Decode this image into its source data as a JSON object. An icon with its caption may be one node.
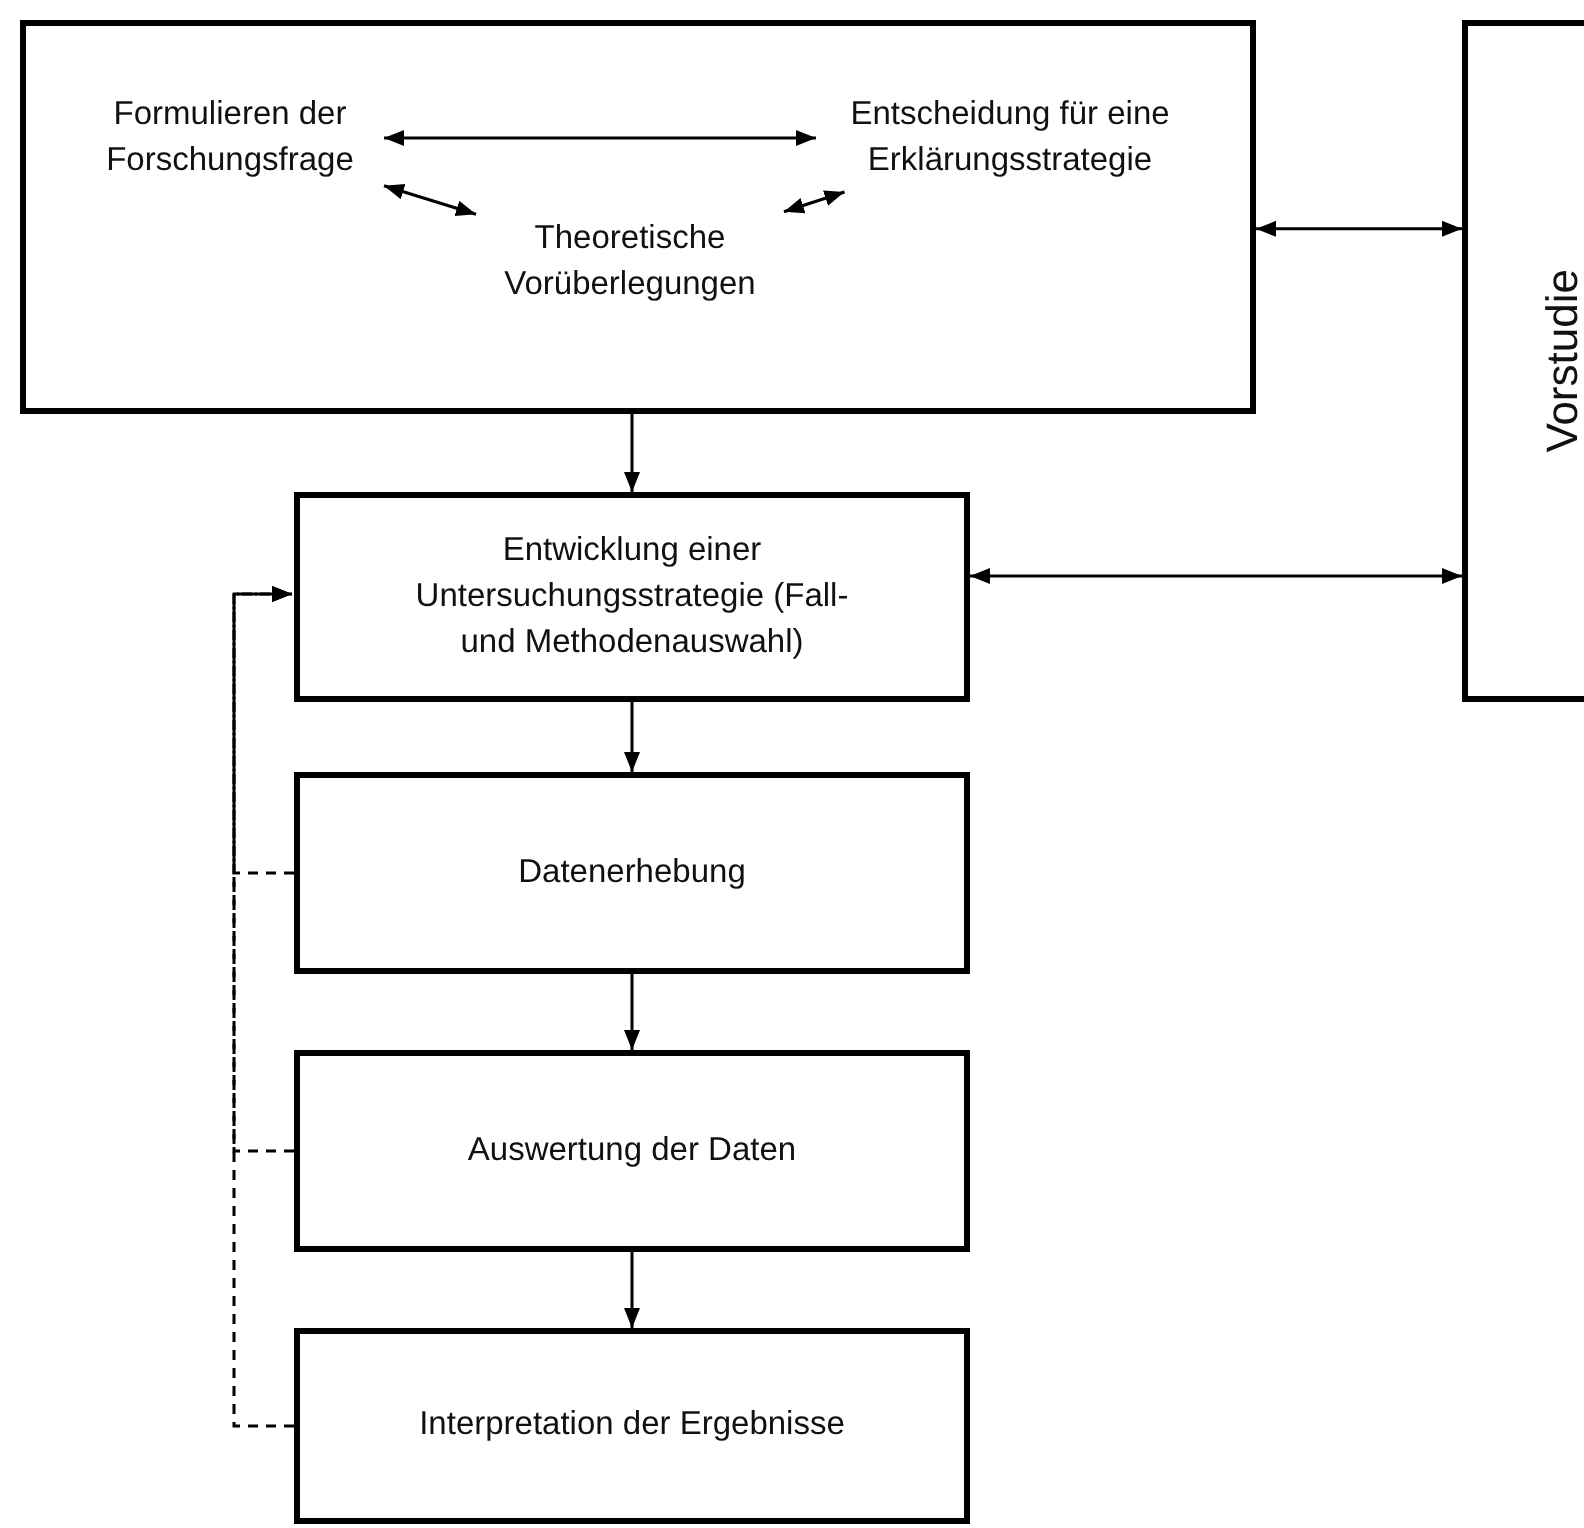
{
  "diagram": {
    "nodes": [
      {
        "text": [],
        "shape": "box"
      },
      {
        "text": [
          "Formulieren der Forschungsfrage"
        ],
        "in": 0
      },
      {
        "text": [
          "Entscheidung für eine Erklärungsstrategie"
        ],
        "in": 0
      },
      {
        "text": [
          "Theoretische Vorüberlegungen"
        ],
        "in": 0
      },
      {
        "text": [
          "Entwicklung einer Untersuchungsstrategie (Fall- und Methodenauswahl)"
        ]
      },
      {
        "text": [
          "Datenerhebung"
        ]
      },
      {
        "text": [
          "Auswertung der Daten"
        ]
      },
      {
        "text": [
          "Interpretation der Ergebnisse"
        ]
      },
      {
        "text": [
          "Vorstudie"
        ]
      }
    ],
    "edges": [
      {
        "from": 1,
        "to": 2,
        "arrow": "both"
      },
      {
        "from": 1,
        "to": 3,
        "arrow": "both"
      },
      {
        "from": 2,
        "to": 3,
        "arrow": "both"
      },
      {
        "from": 0,
        "to": 4,
        "arrow": "to"
      },
      {
        "from": 4,
        "to": 5,
        "arrow": "to"
      },
      {
        "from": 5,
        "to": 6,
        "arrow": "to"
      },
      {
        "from": 6,
        "to": 7,
        "arrow": "to"
      },
      {
        "from": 0,
        "to": 8,
        "arrow": "both"
      },
      {
        "from": 4,
        "to": 8,
        "arrow": "both"
      },
      {
        "from": 5,
        "to": 4,
        "arrow": "to",
        "style": "dashed"
      },
      {
        "from": 6,
        "to": 4,
        "arrow": "to",
        "style": "dashed"
      },
      {
        "from": 7,
        "to": 4,
        "arrow": "to",
        "style": "dashed"
      }
    ]
  }
}
